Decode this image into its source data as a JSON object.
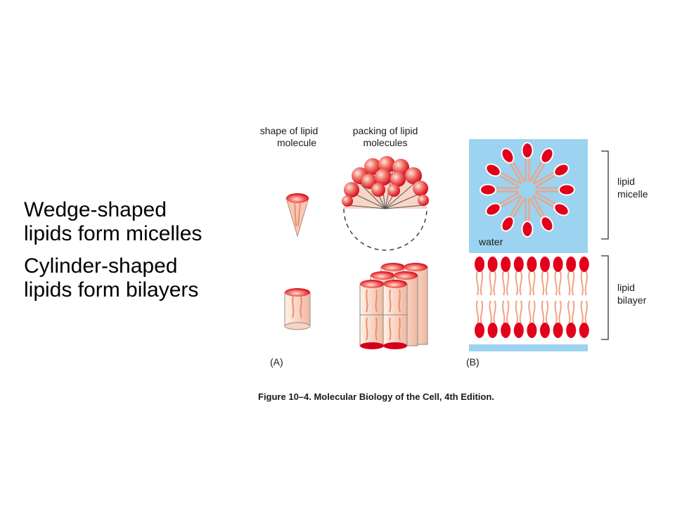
{
  "bullets": [
    {
      "text": "Wedge-shaped\nlipids form micelles"
    },
    {
      "text": "Cylinder-shaped\nlipids form bilayers"
    }
  ],
  "figure": {
    "col_header_shape_line1": "shape of lipid",
    "col_header_shape_line2": "molecule",
    "col_header_packing_line1": "packing of lipid",
    "col_header_packing_line2": "molecules",
    "label_micelle_line1": "lipid",
    "label_micelle_line2": "micelle",
    "label_bilayer_line1": "lipid",
    "label_bilayer_line2": "bilayer",
    "label_water": "water",
    "panel_a": "(A)",
    "panel_b": "(B)",
    "caption": "Figure 10–4. Molecular Biology of the Cell, 4th Edition."
  },
  "colors": {
    "head_red": "#e2001a",
    "tail_salmon": "#f2a283",
    "water_blue": "#9bd3f0",
    "body_pink": "#f6cdb8"
  }
}
